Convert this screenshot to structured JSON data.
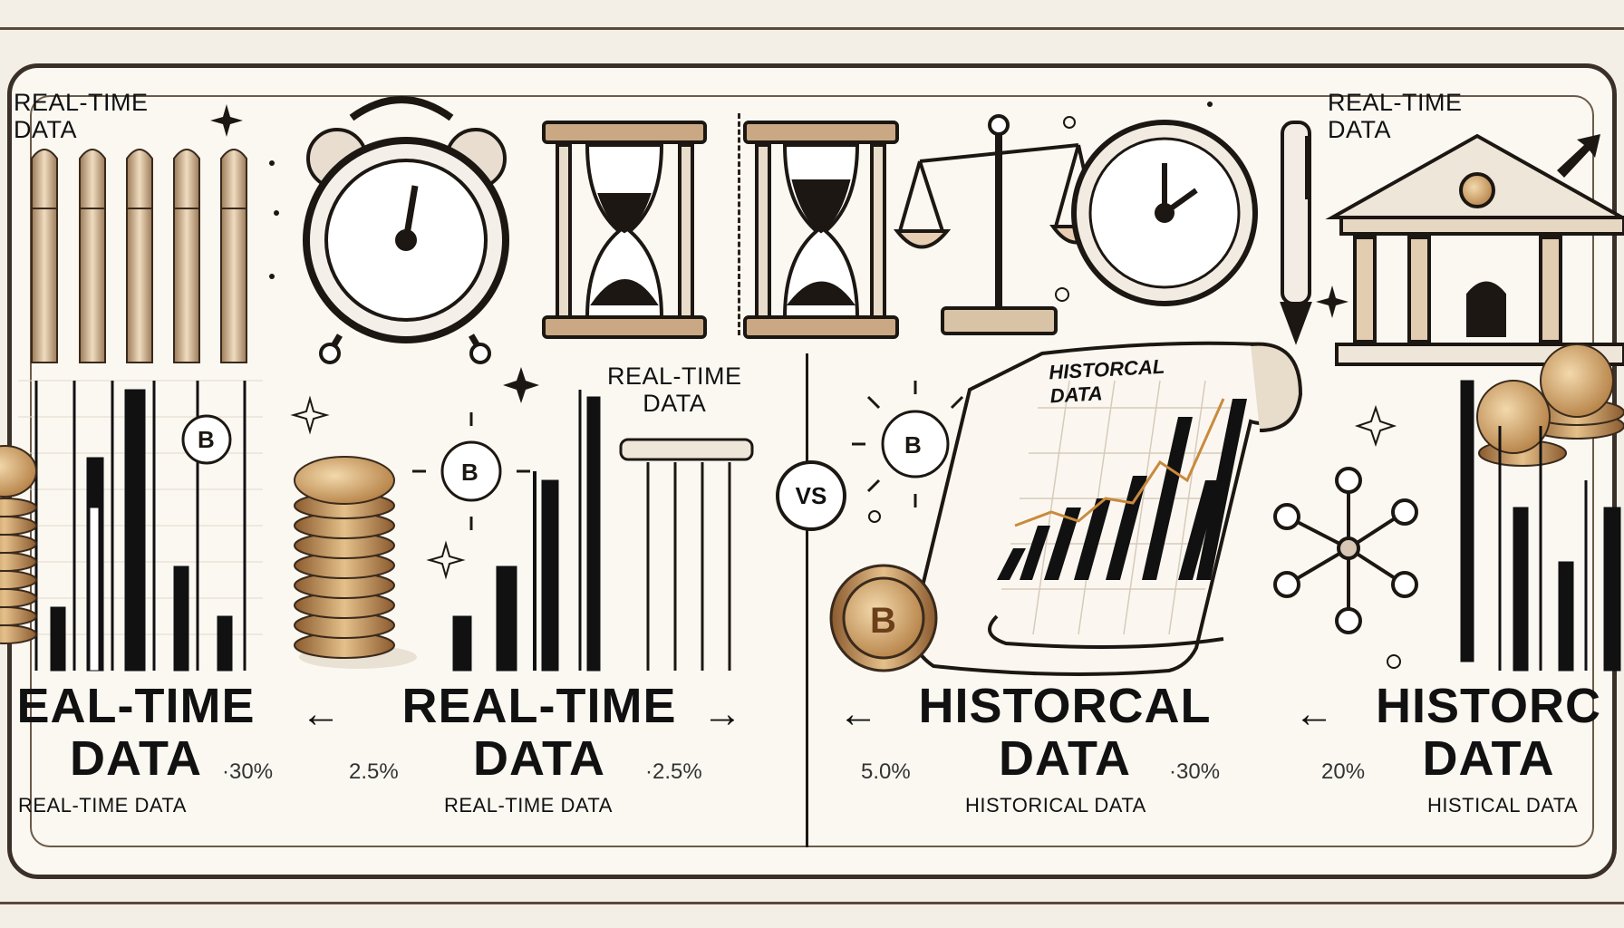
{
  "colors": {
    "ink": "#1c1712",
    "paper": "#fbf8f2",
    "gold": "#c9965a",
    "bronze": "#8a5a2e"
  },
  "labels": {
    "rt_top_left": "REAL-TIME\nDATA",
    "rt_top_right": "REAL-TIME\nDATA",
    "rt_middle": "REAL-TIME\nDATA",
    "historical_scroll": "HISTORCAL\nDATA",
    "vs": "VS"
  },
  "headings": {
    "h1": "EAL-TIME\nDATA",
    "h2": "REAL-TIME\nDATA",
    "h3": "HISTORCAL\nDATA",
    "h4": "HISTORC\nDATA"
  },
  "subtitles": {
    "s1": "REAL-TIME DATA",
    "s2": "REAL-TIME DATA",
    "s3": "HISTORICAL DATA",
    "s4": "HISTICAL DATA"
  },
  "percentages": {
    "p1": "·30%",
    "p2": "2.5%",
    "p3": "·2.5%",
    "p4": "5.0%",
    "p5": "·30%",
    "p6": "20%"
  },
  "arrows": {
    "a1": "←",
    "a2": "→",
    "a3": "←",
    "a4": "←"
  },
  "icons": [
    "sparkle-icon",
    "bullet-icon",
    "alarm-clock-icon",
    "hourglass-icon",
    "scales-icon",
    "clock-icon",
    "pen-icon",
    "bank-icon",
    "bitcoin-icon",
    "coin-stack-icon",
    "scroll-chart-icon",
    "network-icon",
    "arrow-icon"
  ]
}
